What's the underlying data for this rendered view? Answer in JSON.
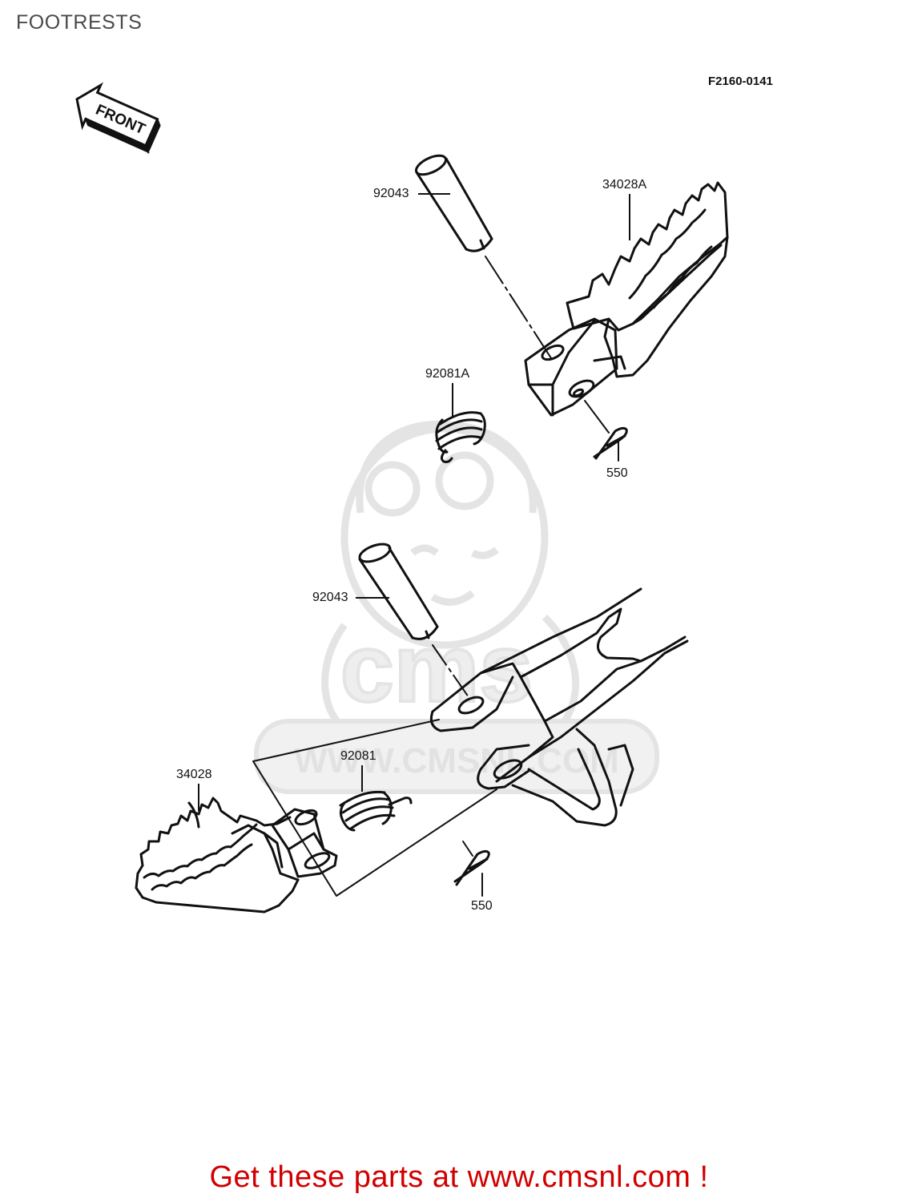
{
  "page": {
    "title": "FOOTRESTS",
    "drawing_code": "F2160-0141",
    "front_label": "FRONT",
    "promo_text": "Get these parts at www.cmsnl.com !"
  },
  "watermark": {
    "brand": "cms",
    "url": "WWW.CMSNL.COM"
  },
  "parts": [
    {
      "id": "pin-upper",
      "label": "92043"
    },
    {
      "id": "footrest-upper",
      "label": "34028A"
    },
    {
      "id": "spring-upper",
      "label": "92081A"
    },
    {
      "id": "cotter-upper",
      "label": "550"
    },
    {
      "id": "pin-lower",
      "label": "92043"
    },
    {
      "id": "spring-lower",
      "label": "92081"
    },
    {
      "id": "footrest-lower",
      "label": "34028"
    },
    {
      "id": "cotter-lower",
      "label": "550"
    }
  ],
  "colors": {
    "line": "#111111",
    "title": "#4a4a4a",
    "promo": "#d10000",
    "watermark": "#e4e4e4"
  }
}
